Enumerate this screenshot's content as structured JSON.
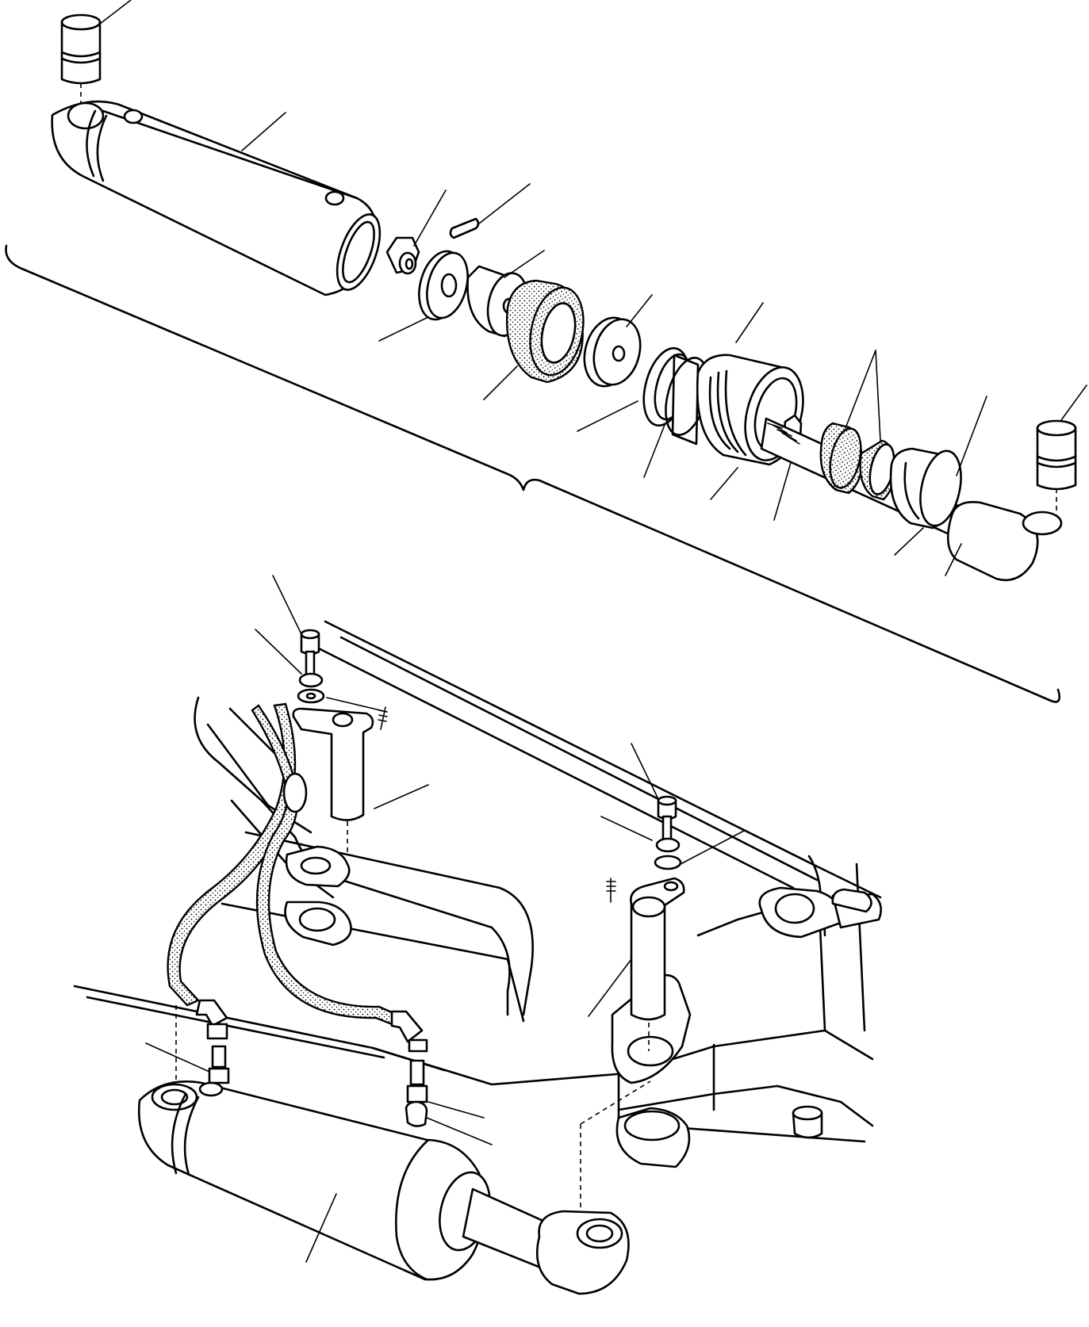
{
  "diagram": {
    "view": "exploded-isometric",
    "ink_color": "#000000",
    "paper_color": "#ffffff",
    "parts": [
      "bushing-top-left",
      "cylinder-barrel",
      "piston-nut",
      "roll-pin",
      "seal-ring-1",
      "spacer",
      "piston",
      "washer",
      "o-ring",
      "wear-ring",
      "gland",
      "rod-seal",
      "wiper-rings",
      "rod-ring",
      "piston-rod",
      "bushing-right",
      "bolt-left",
      "lock-washer-left",
      "washer-left",
      "pivot-pin-left",
      "bolt-right",
      "lock-washer-right",
      "washer-right",
      "pivot-pin-right",
      "hose-1",
      "hose-2",
      "elbow-fitting-1",
      "elbow-fitting-2",
      "adapter-1",
      "adapter-2",
      "steering-cylinder-assembled",
      "axle-frame"
    ]
  }
}
